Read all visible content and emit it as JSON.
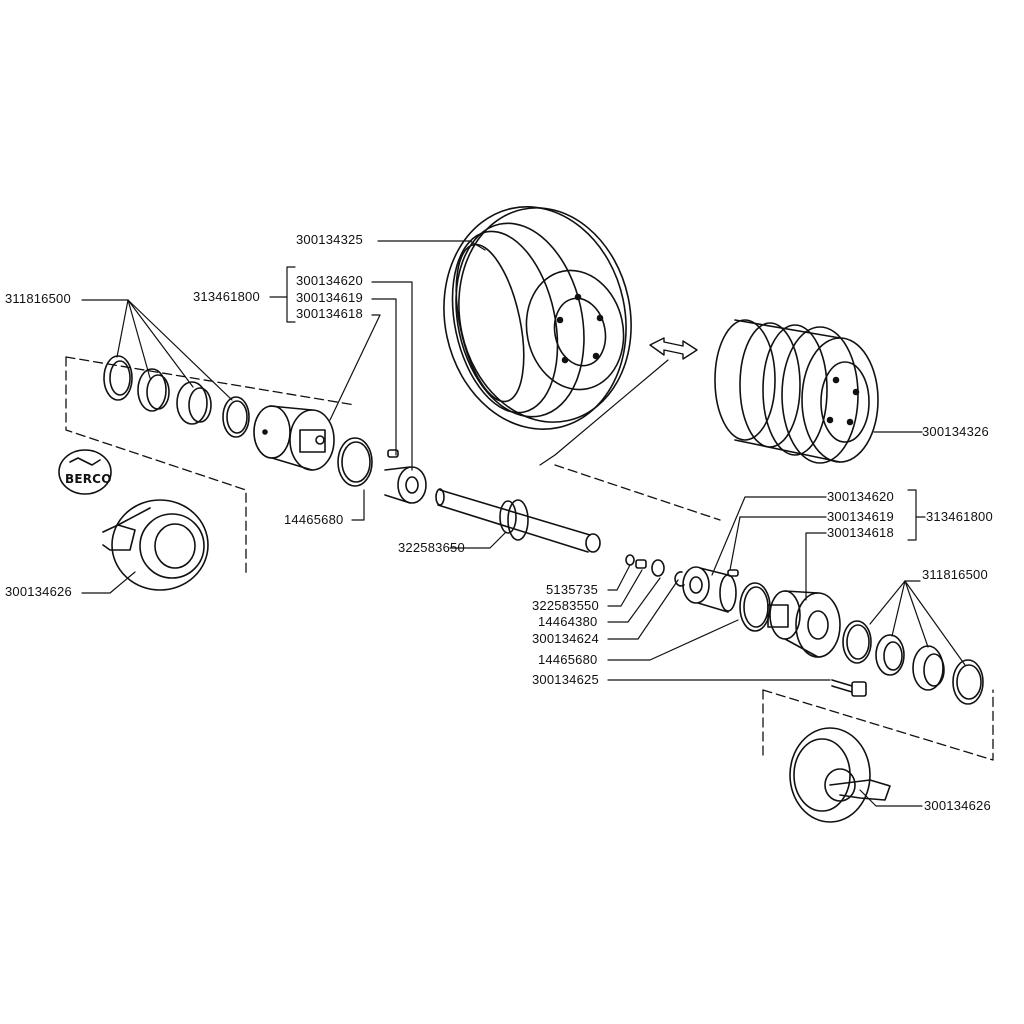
{
  "logo": {
    "text": "BERCO"
  },
  "labels": {
    "roller_shell_single": "300134325",
    "roller_shell_double": "300134326",
    "bushing_kit_left": "313461800",
    "bushing_kit_right": "313461800",
    "bushing_a_left": "300134620",
    "bushing_b_left": "300134619",
    "bushing_c_left": "300134618",
    "bushing_a_right": "300134620",
    "bushing_b_right": "300134619",
    "bushing_c_right": "300134618",
    "seal_kit_left": "311816500",
    "seal_kit_right": "311816500",
    "oring_left": "14465680",
    "oring_right": "14465680",
    "shaft": "322583650",
    "collar_left": "300134626",
    "collar_right": "300134626",
    "plug": "5135735",
    "shaft_plug": "322583550",
    "washer": "14464380",
    "snap_ring": "300134624",
    "bolt": "300134625"
  },
  "colors": {
    "ink": "#111111",
    "paper": "#ffffff"
  }
}
